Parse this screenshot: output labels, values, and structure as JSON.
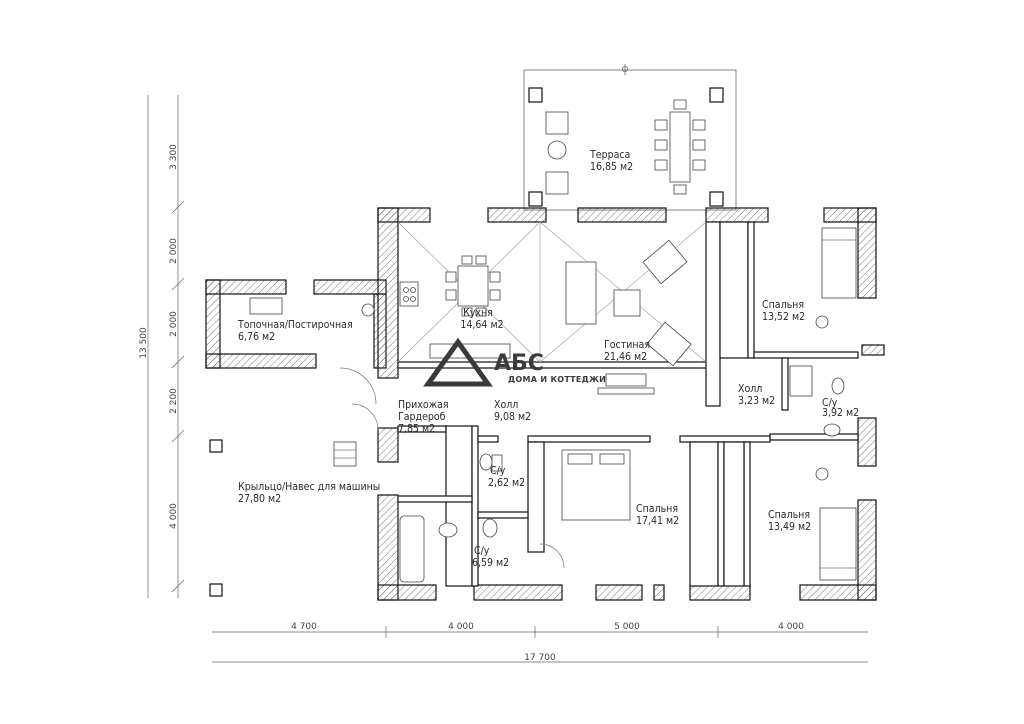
{
  "logo": {
    "name": "АБС",
    "tagline": "ДОМА И КОТТЕДЖИ"
  },
  "rooms": {
    "terrace": {
      "name": "Терраса",
      "area": "16,85 м2"
    },
    "boiler": {
      "name": "Топочная/Постирочная",
      "area": "6,76 м2"
    },
    "kitchen": {
      "name": "Кухня",
      "area": "14,64 м2"
    },
    "living": {
      "name": "Гостиная",
      "area": "21,46 м2"
    },
    "bedroom1": {
      "name": "Спальня",
      "area": "13,52 м2"
    },
    "hall_small": {
      "name": "Холл",
      "area": "3,23 м2"
    },
    "bath_right": {
      "name": "С/у",
      "area": "3,92 м2"
    },
    "entry": {
      "name": "Прихожая",
      "name2": "Гардероб",
      "area": "7,85 м2"
    },
    "hall_main": {
      "name": "Холл",
      "area": "9,08 м2"
    },
    "bath_mid": {
      "name": "С/у",
      "area": "2,62 м2"
    },
    "bedroom2": {
      "name": "Спальня",
      "area": "17,41 м2"
    },
    "bedroom3": {
      "name": "Спальня",
      "area": "13,49 м2"
    },
    "porch": {
      "name": "Крыльцо/Навес для машины",
      "area": "27,80 м2"
    },
    "bath_big": {
      "name": "С/у",
      "area": "6,59 м2"
    }
  },
  "dimensions": {
    "vertical": [
      "3 300",
      "2 000",
      "2 000",
      "2 200",
      "4 000"
    ],
    "total_vertical": "13 500",
    "horizontal": [
      "4 700",
      "4 000",
      "5 000",
      "4 000"
    ],
    "total_horizontal": "17 700"
  }
}
